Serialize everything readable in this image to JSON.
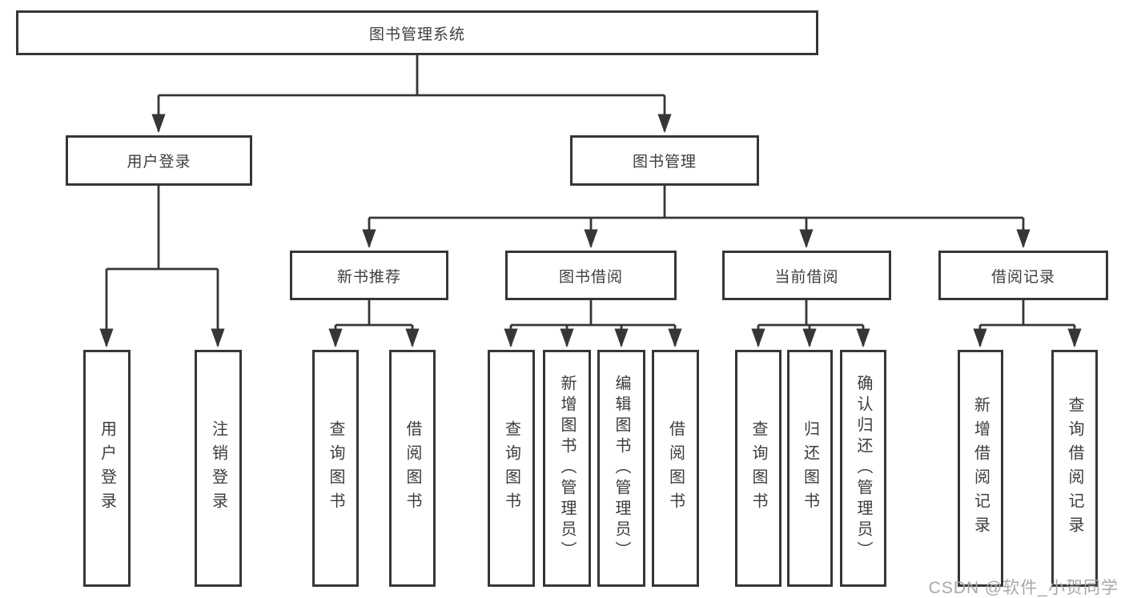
{
  "diagram": {
    "root": {
      "label": "图书管理系统"
    },
    "user_login": {
      "label": "用户登录",
      "children": {
        "login": "用户登录",
        "logout": "注销登录"
      }
    },
    "book_mgmt": {
      "label": "图书管理",
      "sections": {
        "new_book_rec": {
          "label": "新书推荐",
          "children": {
            "query_book": "查询图书",
            "borrow_book": "借阅图书"
          }
        },
        "book_borrow": {
          "label": "图书借阅",
          "children": {
            "query_book": "查询图书",
            "add_book": "新增图书（管理员）",
            "edit_book": "编辑图书（管理员）",
            "borrow_book": "借阅图书"
          }
        },
        "current_borrow": {
          "label": "当前借阅",
          "children": {
            "query_book": "查询图书",
            "return_book": "归还图书",
            "confirm_return": "确认归还（管理员）"
          }
        },
        "borrow_records": {
          "label": "借阅记录",
          "children": {
            "add_record": "新增借阅记录",
            "query_record": "查询借阅记录"
          }
        }
      }
    }
  },
  "colors": {
    "line": "#363636",
    "text": "#3d3d3d",
    "watermark": "#a8a8a8",
    "background": "#ffffff"
  },
  "watermark": {
    "text": "CSDN @软件_小贺同学"
  }
}
